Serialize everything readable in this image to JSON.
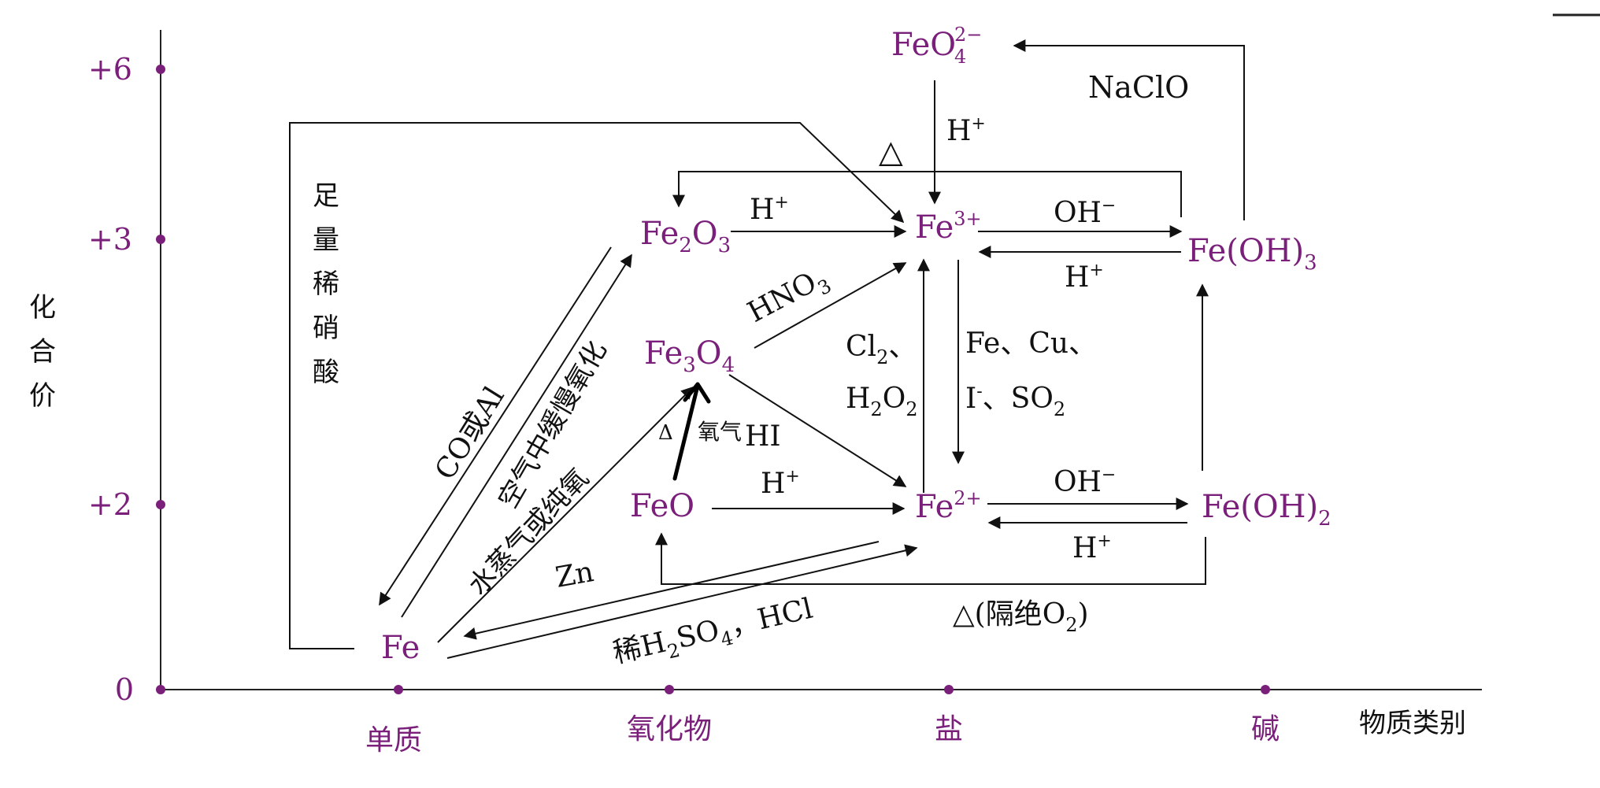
{
  "axes": {
    "y_title": [
      "化",
      "合",
      "价"
    ],
    "x_title": "物质类别",
    "y_ticks": [
      "+6",
      "+3",
      "+2",
      "0"
    ],
    "x_ticks": [
      "单质",
      "氧化物",
      "盐",
      "碱"
    ]
  },
  "species": {
    "fe": "Fe",
    "feo": "FeO",
    "fe2o3_a": "Fe",
    "fe2o3_b": "2",
    "fe2o3_c": "O",
    "fe2o3_d": "3",
    "fe3o4_a": "Fe",
    "fe3o4_b": "3",
    "fe3o4_c": "O",
    "fe3o4_d": "4",
    "fe3_a": "Fe",
    "fe3_b": "3+",
    "fe2_a": "Fe",
    "fe2_b": "2+",
    "feo4_a": "FeO",
    "feo4_b": "2−",
    "feo4_c": "4",
    "feoh3_a": "Fe(OH)",
    "feoh3_b": "3",
    "feoh2_a": "Fe(OH)",
    "feoh2_b": "2"
  },
  "reagents": {
    "conc_hno3": [
      "足",
      "量",
      "稀",
      "硝",
      "酸"
    ],
    "co_al": "CO或Al",
    "air_oxid": "空气中缓慢氧化",
    "steam": "水蒸气或纯氧",
    "zn": "Zn",
    "dilute_acid_a": "稀H",
    "dilute_acid_b": "2",
    "dilute_acid_c": "SO",
    "dilute_acid_d": "4",
    "dilute_acid_e": "，HCl",
    "h_plus": "H",
    "plus": "+",
    "hno3_a": "HNO",
    "hno3_b": "3",
    "cl2_a": "Cl",
    "cl2_b": "2",
    "cl2_c": "、",
    "h2o2_a": "H",
    "h2o2_b": "2",
    "h2o2_c": "O",
    "h2o2_d": "2",
    "fe_cu": "Fe、Cu、",
    "i_so2_a": "I",
    "i_so2_b": "-",
    "i_so2_c": "、SO",
    "i_so2_d": "2",
    "oh_minus": "OH",
    "minus": "−",
    "naclo": "NaClO",
    "hi": "HI",
    "oxygen": "氧气",
    "delta": "△",
    "delta_small": "Δ",
    "delta_isolate_a": "△(隔绝O",
    "delta_isolate_b": "2",
    "delta_isolate_c": ")"
  }
}
